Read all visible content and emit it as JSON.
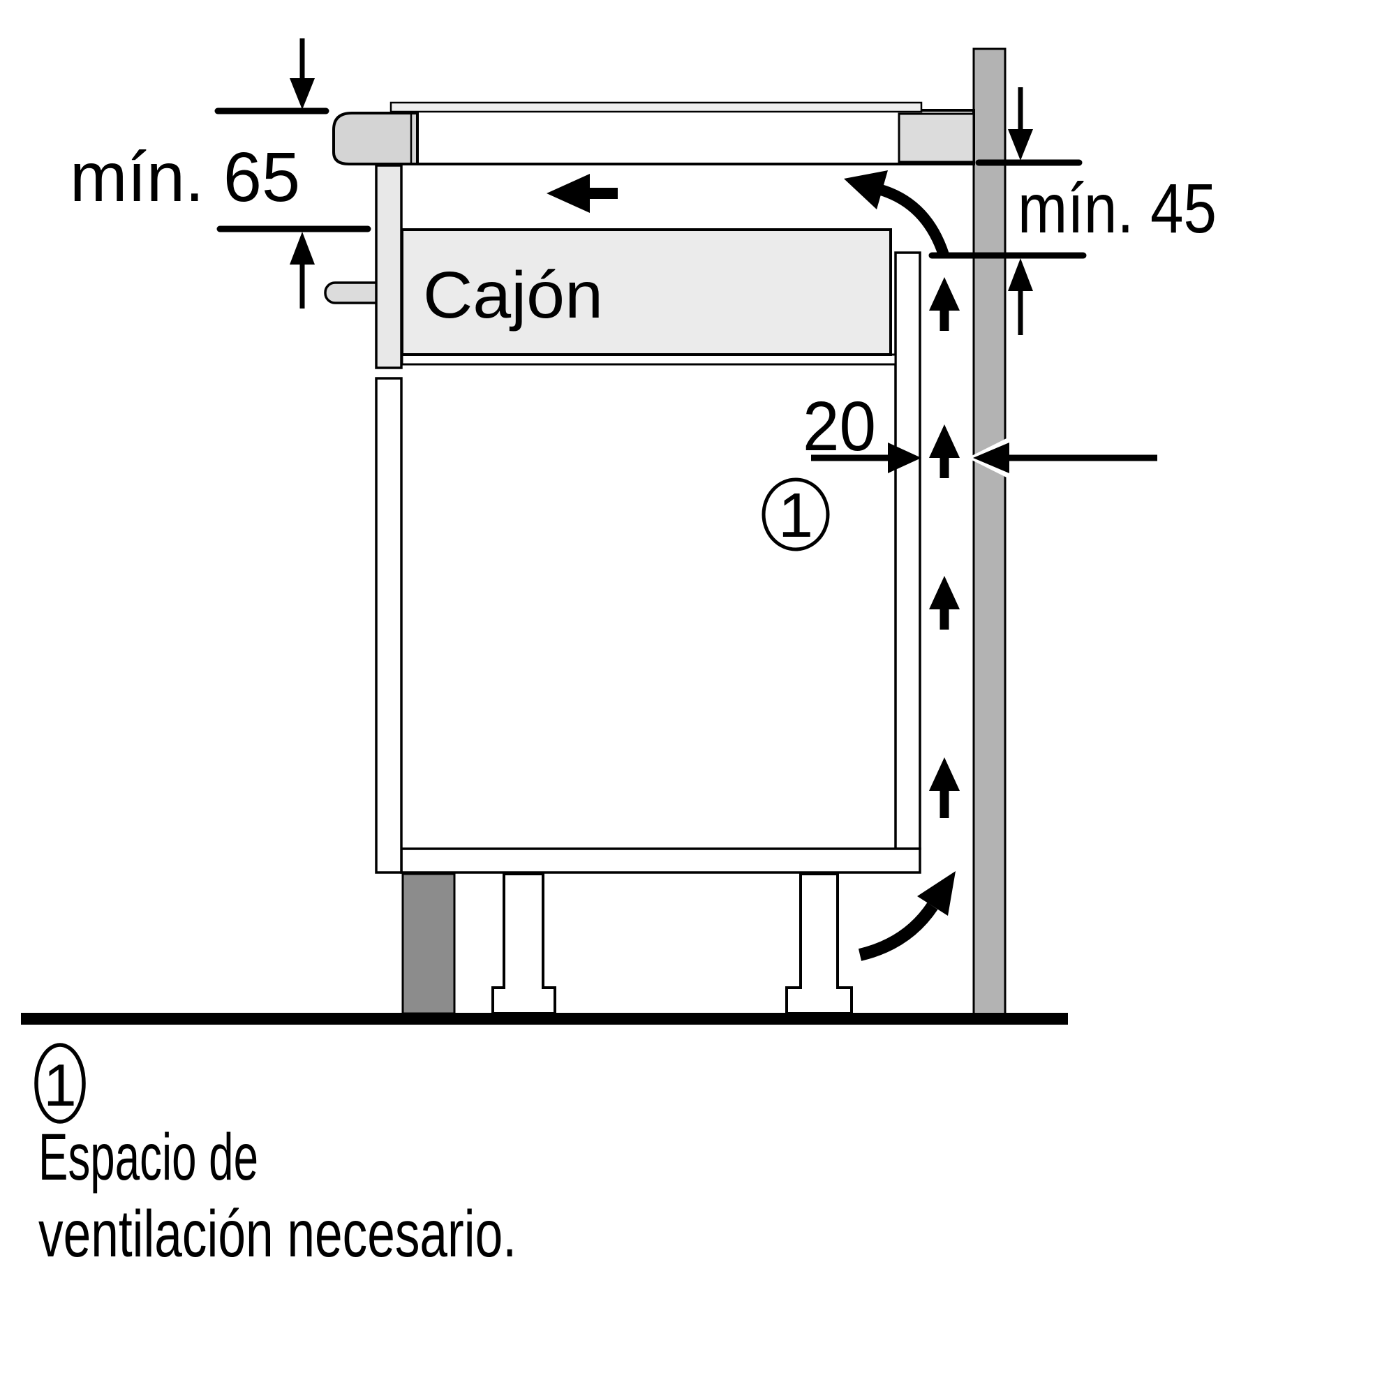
{
  "diagram": {
    "type": "installation-cross-section",
    "dimensions": {
      "min65": "mín. 65",
      "min45": "mín. 45",
      "gap20": "20"
    },
    "drawer": {
      "label": "Cajón"
    },
    "callout": {
      "number": "1"
    },
    "legend": {
      "marker": "1",
      "line1": "Espacio de",
      "line2": "ventilación necesario."
    },
    "colors": {
      "outline": "#000000",
      "wall": "#b3b3b3",
      "plinth": "#8c8c8c",
      "hob_body": "#d4d4d4",
      "worktop": "#ffffff",
      "spacer": "#dcdcdc",
      "drawer_front": "#e8e8e8",
      "drawer_box": "#ebebeb",
      "handle": "#dcdcdc",
      "floor": "#000000",
      "background": "#ffffff"
    }
  }
}
